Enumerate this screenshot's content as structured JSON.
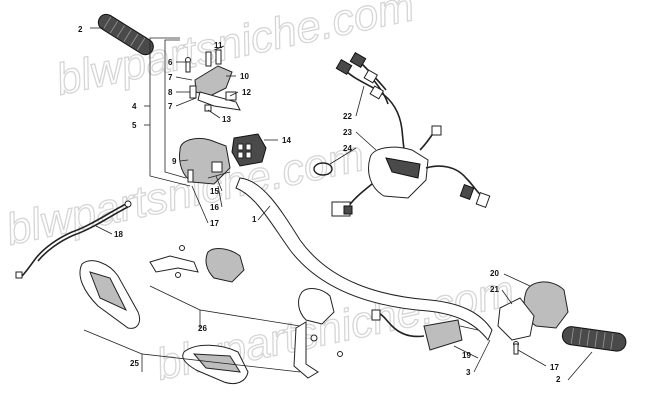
{
  "watermark": "blwpartsniche.com",
  "callouts": [
    {
      "label": "1"
    },
    {
      "label": "2"
    },
    {
      "label": "2"
    },
    {
      "label": "3"
    },
    {
      "label": "4"
    },
    {
      "label": "5"
    },
    {
      "label": "6"
    },
    {
      "label": "7"
    },
    {
      "label": "7"
    },
    {
      "label": "8"
    },
    {
      "label": "9"
    },
    {
      "label": "10"
    },
    {
      "label": "11"
    },
    {
      "label": "12"
    },
    {
      "label": "13"
    },
    {
      "label": "14"
    },
    {
      "label": "15"
    },
    {
      "label": "16"
    },
    {
      "label": "17"
    },
    {
      "label": "17"
    },
    {
      "label": "18"
    },
    {
      "label": "19"
    },
    {
      "label": "20"
    },
    {
      "label": "21"
    },
    {
      "label": "22"
    },
    {
      "label": "23"
    },
    {
      "label": "24"
    },
    {
      "label": "25"
    },
    {
      "label": "26"
    }
  ]
}
